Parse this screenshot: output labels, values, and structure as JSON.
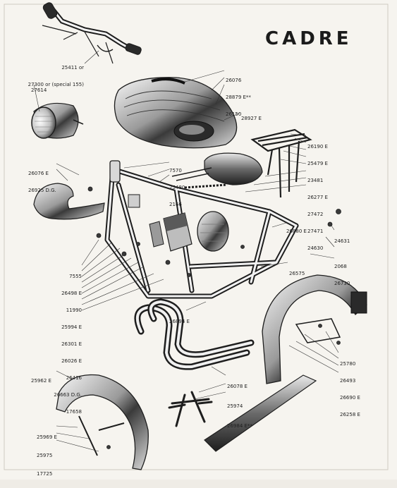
{
  "title": "CADRE",
  "colors": {
    "ink": "#1e1e1e",
    "paper": "#f6f4ef"
  },
  "callouts": {
    "handlebar": [
      "25411 or",
      "27300 or (special 155)"
    ],
    "headlamp": [
      "27614"
    ],
    "tank": [
      "26076",
      "28879 E**",
      "26150"
    ],
    "tank_side": [
      "28927 E"
    ],
    "rack": [
      "26190 E",
      "25479 E",
      "23481",
      "26277 E",
      "27472",
      "27471",
      "24630"
    ],
    "saddle": [
      "7570",
      "25480",
      "2166"
    ],
    "front_mudguard_top": [
      "26076 E",
      "26925 D.G."
    ],
    "frame_right": [
      "26880 E"
    ],
    "bolt_right": [
      "24631",
      "2068",
      "26730"
    ],
    "frame_left": [
      "7555",
      "26498 E",
      "11990",
      "25994 E",
      "26301 E",
      "26026 E",
      "26416",
      "26663 D.G.",
      "17658"
    ],
    "center": [
      "26575"
    ],
    "crash_bar": [
      "26894 E"
    ],
    "rear_mudguard": [
      "25780",
      "26493",
      "26690 E",
      "26258 E"
    ],
    "stand": [
      "26078 E",
      "25974",
      "26984 E**"
    ],
    "front_fender": [
      "25962 E"
    ],
    "front_fender_lower": [
      "25969 E",
      "25975",
      "17725"
    ]
  }
}
